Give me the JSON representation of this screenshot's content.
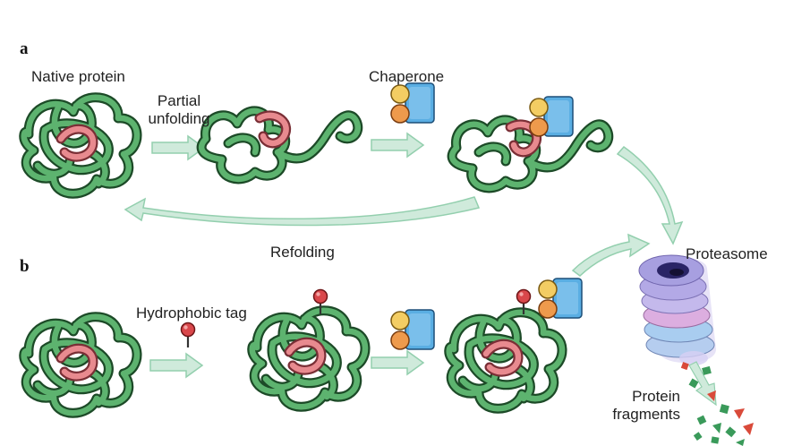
{
  "panels": {
    "a": "a",
    "b": "b"
  },
  "labels": {
    "native_protein": "Native protein",
    "partial_unfolding": "Partial\nunfolding",
    "chaperone": "Chaperone",
    "refolding": "Refolding",
    "proteasome": "Proteasome",
    "hydrophobic_tag": "Hydrophobic tag",
    "protein_fragments": "Protein\nfragments"
  },
  "colors": {
    "strand": "#5db36f",
    "strand_outline": "#1c4a27",
    "hydrophobic_segment": "#e88a8f",
    "arrow_fill": "#cfeadb",
    "arrow_outline": "#93cfae",
    "chaperone_blue": "#5aaee3",
    "chaperone_yellow": "#f3cd63",
    "chaperone_orange": "#ee9a4c",
    "tag_red": "#d9474b",
    "proteasome_purple": "#a79fe0",
    "proteasome_pink": "#dcaee0",
    "proteasome_blue": "#a9cdf0",
    "fragment_green": "#3a9a5a",
    "fragment_red": "#d94a3a"
  }
}
